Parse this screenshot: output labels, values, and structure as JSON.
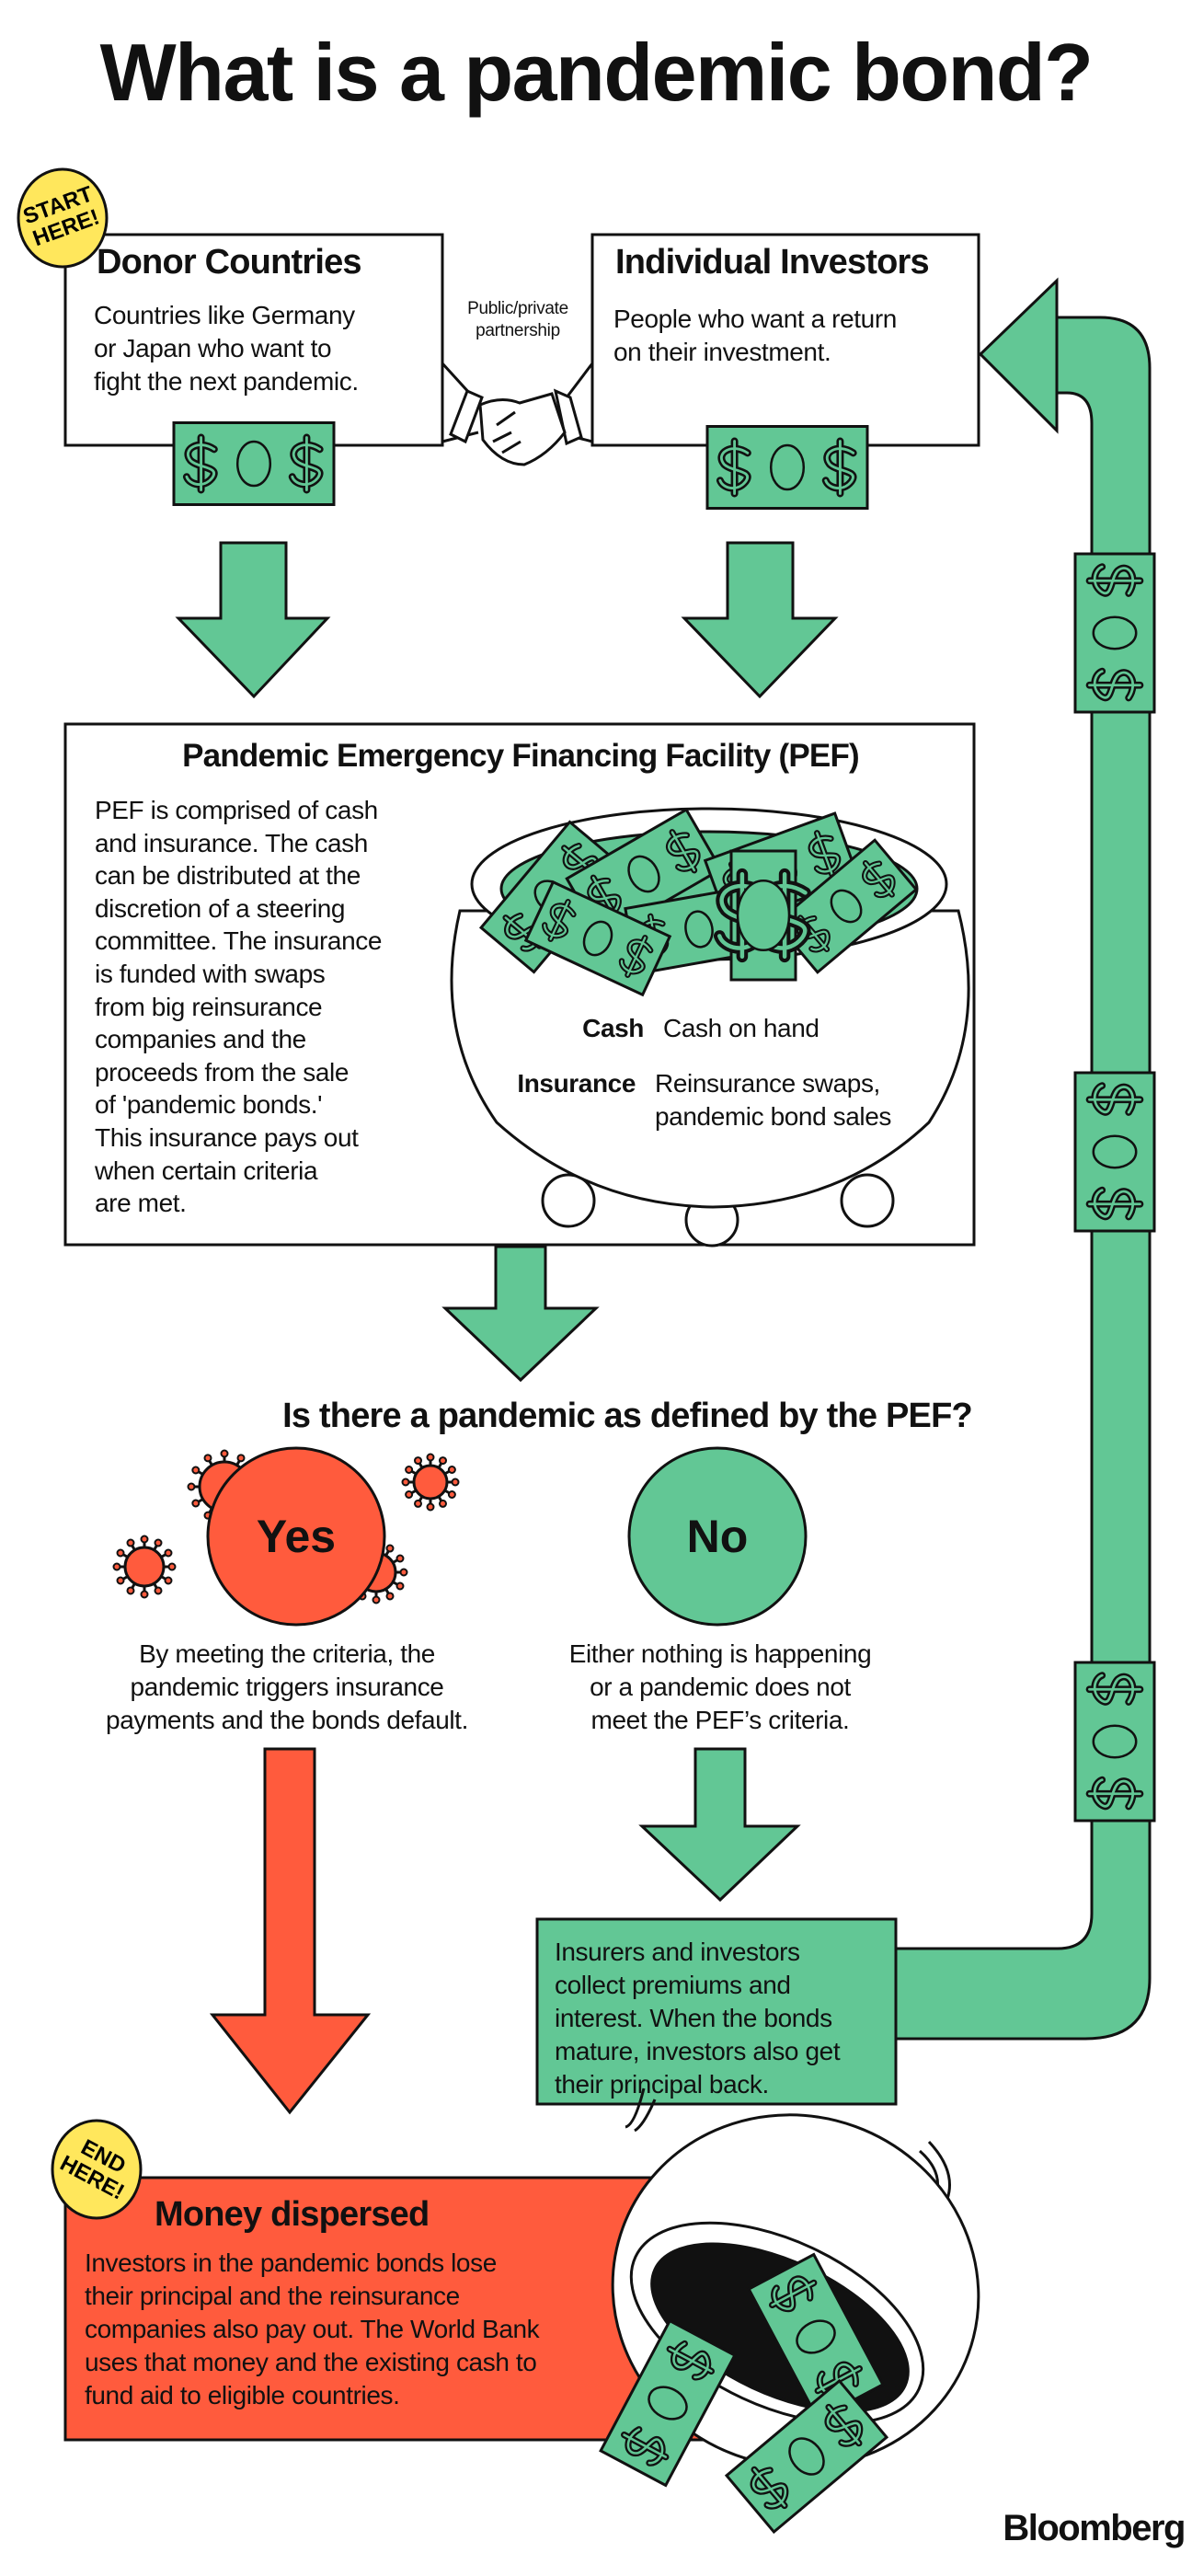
{
  "title": "What is a pandemic bond?",
  "colors": {
    "green": "#62c795",
    "red": "#ff5b3d",
    "yellow": "#ffe75c",
    "ink": "#111111"
  },
  "badges": {
    "start": [
      "START",
      "HERE!"
    ],
    "end": [
      "END",
      "HERE!"
    ]
  },
  "donor": {
    "title": "Donor Countries",
    "lines": [
      "Countries like Germany",
      "or Japan who want to",
      "fight the next pandemic."
    ]
  },
  "partnership": {
    "lines": [
      "Public/private",
      "partnership"
    ],
    "icon": "handshake-icon"
  },
  "investors": {
    "title": "Individual Investors",
    "lines": [
      "People who want a return",
      "on their investment."
    ]
  },
  "pef": {
    "title": "Pandemic Emergency Financing Facility (PEF)",
    "lines": [
      "PEF is comprised of cash",
      "and insurance. The cash",
      "can be distributed at the",
      "discretion of a steering",
      "committee. The insurance",
      "is funded with swaps",
      "from big reinsurance",
      "companies and the",
      "proceeds from the sale",
      "of 'pandemic bonds.'",
      "This insurance pays out",
      "when certain criteria",
      "are met."
    ],
    "cash_label": "Cash",
    "cash_value": "Cash on hand",
    "insurance_label": "Insurance",
    "insurance_value": [
      "Reinsurance swaps,",
      "pandemic bond sales"
    ]
  },
  "question": "Is there a pandemic as defined by the PEF?",
  "yes": {
    "label": "Yes",
    "lines": [
      "By meeting the criteria, the",
      "pandemic triggers insurance",
      "payments and the bonds default."
    ]
  },
  "no": {
    "label": "No",
    "lines": [
      "Either nothing is happening",
      "or a pandemic does not",
      "meet the PEF’s criteria."
    ]
  },
  "insurers": {
    "lines": [
      "Insurers and investors",
      "collect premiums and",
      "interest. When the bonds",
      "mature, investors also get",
      "their principal back."
    ]
  },
  "dispersed": {
    "title": "Money dispersed",
    "lines": [
      "Investors in the pandemic bonds lose",
      "their principal and the reinsurance",
      "companies also pay out. The World Bank",
      "uses that money and the existing cash to",
      "fund aid to eligible countries."
    ]
  },
  "brand": "Bloomberg"
}
